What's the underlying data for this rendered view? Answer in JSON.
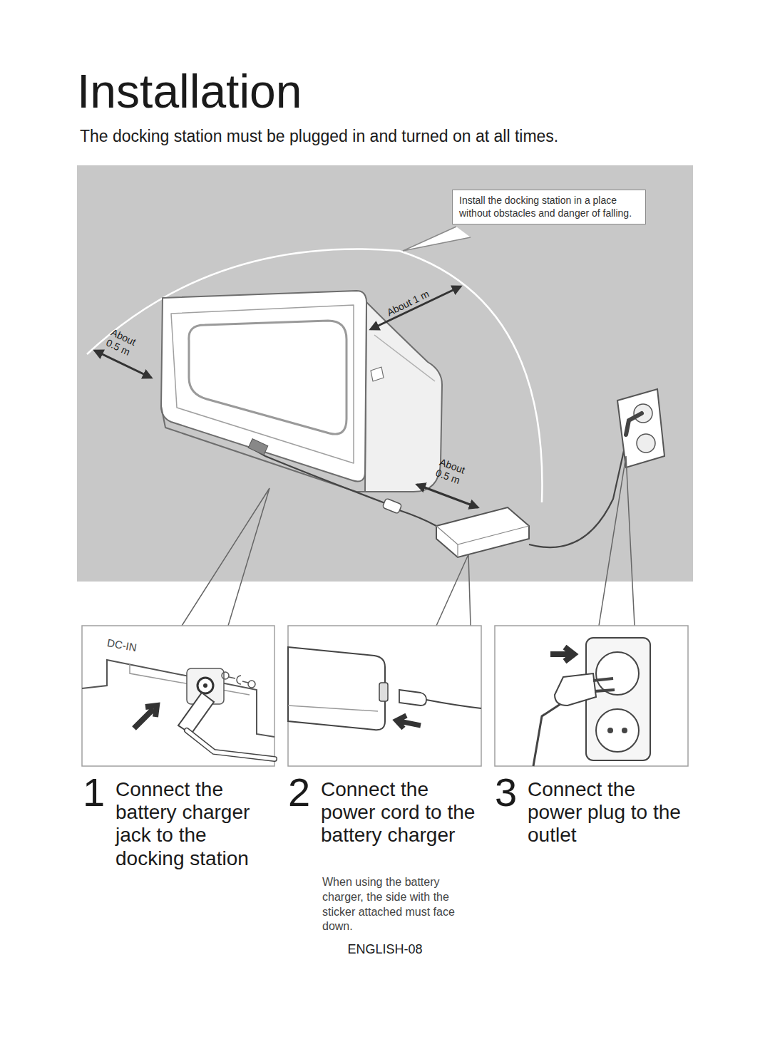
{
  "diagram": {
    "title": "Installation",
    "nodes": [
      {
        "text": [
          "Install the docking station in a place without obstacles and danger of falling."
        ]
      }
    ],
    "labels": [
      "The docking station must be plugged in and turned on at all times.",
      "About 1 m",
      "About 0.5 m",
      "About 0.5 m",
      "DC-IN",
      "1",
      "Connect the battery charger jack to the docking station",
      "2",
      "Connect the power cord to the battery charger",
      "When using the battery charger, the side with the sticker attached must face down.",
      "3",
      "Connect the power plug to the outlet",
      "ENGLISH-08"
    ]
  }
}
